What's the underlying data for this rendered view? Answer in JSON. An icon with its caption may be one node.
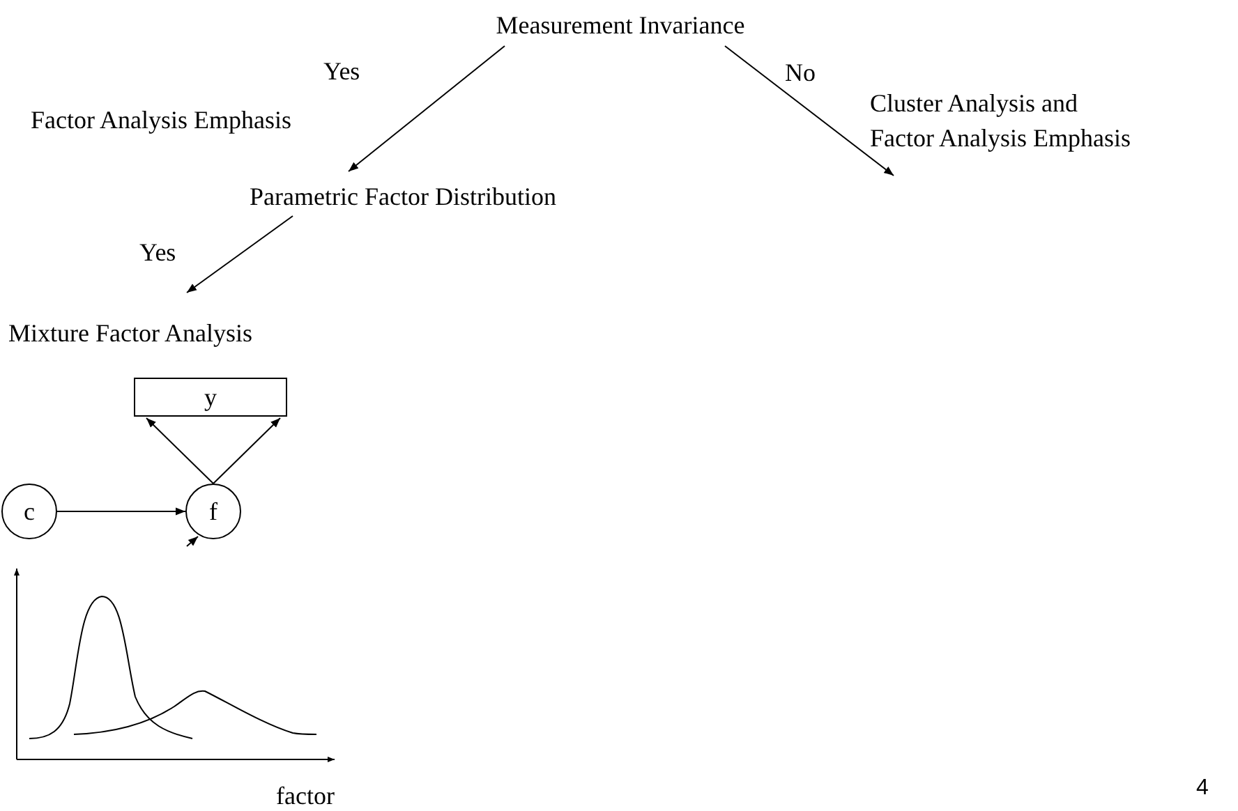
{
  "diagram": {
    "nodes": [
      {
        "text": [
          "Measurement Invariance"
        ]
      },
      {
        "text": [
          "Parametric Factor Distribution"
        ]
      },
      {
        "text": [
          "Cluster Analysis and Factor Analysis Emphasis"
        ]
      },
      {
        "text": [
          "Mixture Factor Analysis"
        ]
      },
      {
        "text": [
          "y"
        ]
      },
      {
        "text": [
          "c"
        ]
      },
      {
        "text": [
          "f"
        ]
      }
    ],
    "edges": [
      {
        "from": 0,
        "to": 1,
        "arrow": "to",
        "label": "Yes"
      },
      {
        "from": 0,
        "to": 2,
        "arrow": "to",
        "label": "No"
      },
      {
        "from": 1,
        "to": 3,
        "arrow": "to",
        "label": "Yes"
      },
      {
        "from": 6,
        "to": 4,
        "arrow": "to"
      },
      {
        "from": 6,
        "to": 4,
        "arrow": "to"
      },
      {
        "from": 5,
        "to": 6,
        "arrow": "to"
      },
      {
        "from": null,
        "to": 6,
        "arrow": "to"
      }
    ],
    "labels": [
      "Factor Analysis Emphasis",
      "factor",
      "4"
    ]
  }
}
